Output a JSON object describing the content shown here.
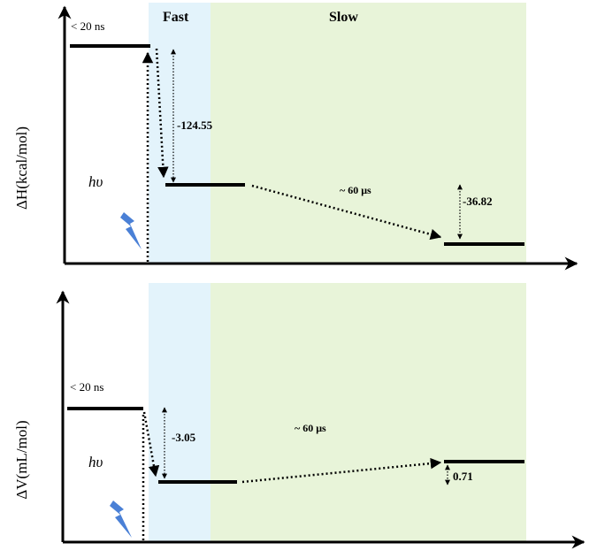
{
  "top_panel": {
    "y_axis_label": "ΔH(kcal/mol)",
    "phase_fast_label": "Fast",
    "phase_slow_label": "Slow",
    "excitation_time_label": "< 20 ns",
    "photon_label": "hυ",
    "fast_change_label": "-124.55",
    "slow_change_label": "-36.82",
    "slow_time_label": "~ 60 μs"
  },
  "bottom_panel": {
    "y_axis_label": "ΔV(mL/mol)",
    "excitation_time_label": "< 20 ns",
    "photon_label": "hυ",
    "fast_change_label": "-3.05",
    "slow_change_label": "0.71",
    "slow_time_label": "~ 60 μs"
  },
  "colors": {
    "fast_region": "#e3f3fb",
    "slow_region": "#e8f4d9",
    "lightning": "#4a80d6",
    "axes": "#000000"
  },
  "icons": {
    "lightning": "lightning-bolt-icon"
  }
}
